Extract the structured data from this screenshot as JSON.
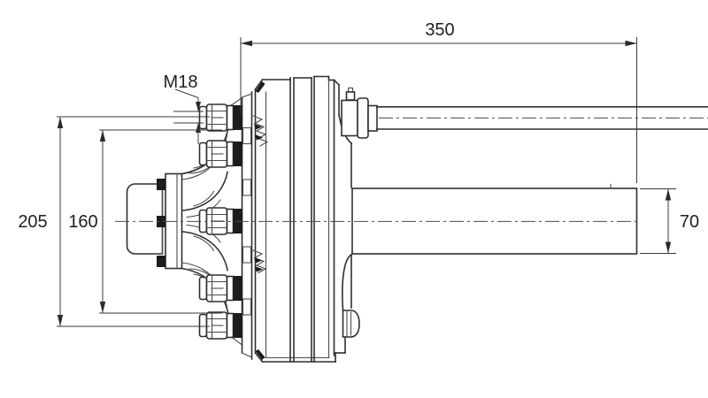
{
  "drawing": {
    "kind": "axle-brake-drum-technical-drawing",
    "dimensions": {
      "top_length": "350",
      "stud_thread": "M18",
      "left_outer": "205",
      "left_inner": "160",
      "tube_height": "70"
    },
    "colors": {
      "line": "#2f2f2f",
      "background": "#ffffff"
    }
  }
}
